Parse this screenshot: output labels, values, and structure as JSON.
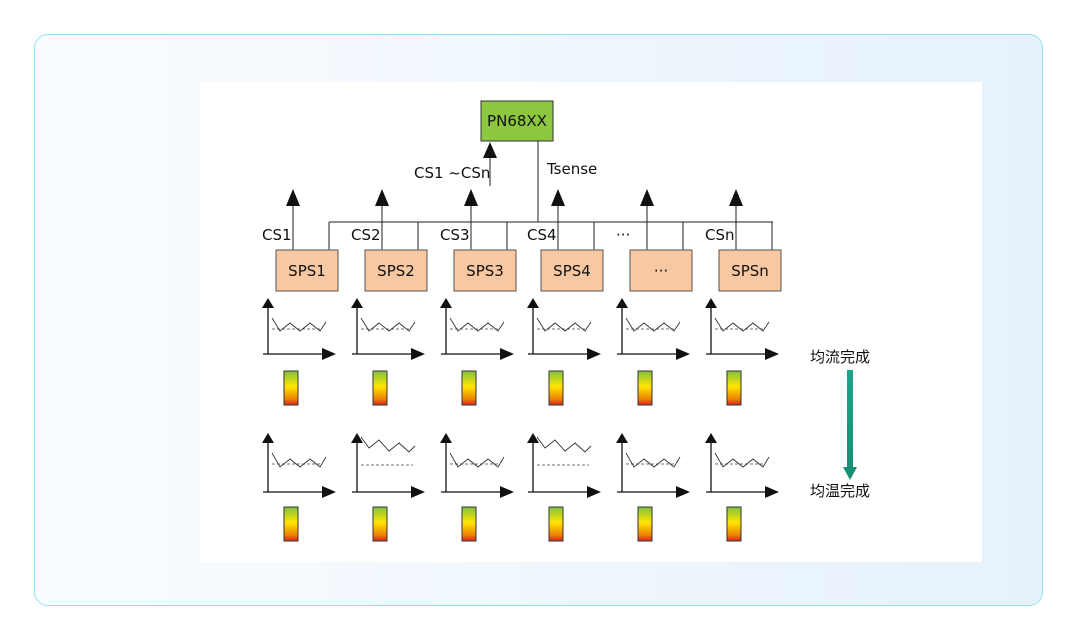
{
  "controller": {
    "label": "PN68XX",
    "fill": "#8dc63f"
  },
  "labels": {
    "cs_range": "CS1 ~CSn",
    "tsense": "Tsense"
  },
  "modules": [
    {
      "name": "SPS1",
      "cs": "CS1"
    },
    {
      "name": "SPS2",
      "cs": "CS2"
    },
    {
      "name": "SPS3",
      "cs": "CS3"
    },
    {
      "name": "SPS4",
      "cs": "CS4"
    },
    {
      "name": "···",
      "cs": "···"
    },
    {
      "name": "SPSn",
      "cs": "CSn"
    }
  ],
  "stage_labels": {
    "current_balanced": "均流完成",
    "temperature_balanced": "均温完成"
  },
  "colors": {
    "module_fill": "#f8c8a2",
    "arrow": "#1a9a7a",
    "line": "#222222"
  }
}
